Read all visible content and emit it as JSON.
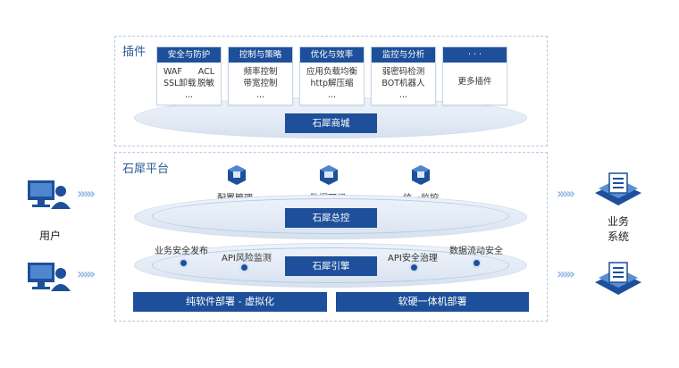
{
  "plugins": {
    "title": "插件",
    "cards": [
      {
        "header": "安全与防护",
        "lines": [
          [
            "WAF",
            "ACL"
          ],
          [
            "SSL卸载",
            "脱敏"
          ],
          [
            "..."
          ]
        ]
      },
      {
        "header": "控制与策略",
        "lines": [
          [
            "频率控制"
          ],
          [
            "带宽控制"
          ],
          [
            "..."
          ]
        ]
      },
      {
        "header": "优化与效率",
        "lines": [
          [
            "应用负载均衡"
          ],
          [
            "http解压缩"
          ],
          [
            "..."
          ]
        ]
      },
      {
        "header": "监控与分析",
        "lines": [
          [
            "弱密码检测"
          ],
          [
            "BOT机器人"
          ],
          [
            "..."
          ]
        ]
      },
      {
        "header": "· · ·",
        "lines": [
          [
            "更多插件"
          ]
        ]
      }
    ],
    "store": "石犀商城"
  },
  "platform": {
    "title": "石犀平台",
    "features": [
      "配置管理",
      "数据可视",
      "统一监控"
    ],
    "console": "石犀总控",
    "engine_caps": [
      "业务安全发布",
      "API风险监测",
      "API安全治理",
      "数据流动安全"
    ],
    "engine": "石犀引擎",
    "deploy": [
      "纯软件部署 - 虚拟化",
      "软硬一体机部署"
    ]
  },
  "user_label": "用户",
  "system_label": [
    "业务",
    "系统"
  ],
  "colors": {
    "primary": "#1d4f9a",
    "accent": "#8fb8e6",
    "panel_border": "#b8c8dc"
  }
}
